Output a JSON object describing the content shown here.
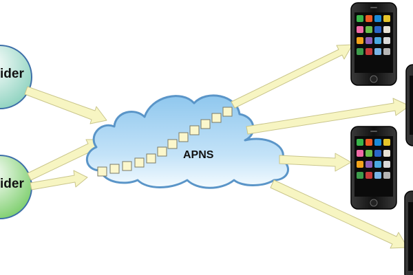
{
  "diagram": {
    "nodes": {
      "provider_1": {
        "label": "ider",
        "color": "#d9f0e6"
      },
      "provider_2": {
        "label": "ider",
        "color": "#c9ecbf"
      },
      "apns": {
        "label": "APNS",
        "color": "#b9ddf6"
      }
    },
    "devices": [
      {
        "name": "iphone-1",
        "icons": [
          "#39b54a",
          "#ef5b24",
          "#1a8ad8",
          "#e6c52a",
          "#f06aa6",
          "#6bbf4a",
          "#2a66c8",
          "#e8e2d6",
          "#f2a31b",
          "#8e5fb8",
          "#4aa8e0",
          "#d9d9d9",
          "#3d9c4c",
          "#c83b3b",
          "#79b4e6",
          "#b5b5b5"
        ]
      },
      {
        "name": "iphone-2",
        "icons": []
      },
      {
        "name": "iphone-3",
        "icons": [
          "#39b54a",
          "#ef5b24",
          "#1a8ad8",
          "#e6c52a",
          "#f06aa6",
          "#6bbf4a",
          "#2a66c8",
          "#e8e2d6",
          "#f2a31b",
          "#8e5fb8",
          "#4aa8e0",
          "#d9d9d9",
          "#3d9c4c",
          "#c83b3b",
          "#79b4e6",
          "#b5b5b5"
        ]
      },
      {
        "name": "iphone-4",
        "icons": []
      }
    ],
    "connections": [
      {
        "from": "provider-1",
        "to": "apns"
      },
      {
        "from": "provider-2",
        "to": "apns"
      },
      {
        "from": "apns",
        "to": "iphone-1"
      },
      {
        "from": "apns",
        "to": "iphone-2"
      },
      {
        "from": "apns",
        "to": "iphone-3"
      },
      {
        "from": "apns",
        "to": "iphone-4"
      }
    ],
    "colors": {
      "arrow_fill": "#f7f5c2",
      "arrow_stroke": "#c9c58a",
      "cloud_stroke": "#5a95c8",
      "packet_fill": "#fbf7cc",
      "packet_stroke": "#7a7a66",
      "node_stroke": "#3d6fa8",
      "phone_body": "#1d1d1d"
    }
  }
}
